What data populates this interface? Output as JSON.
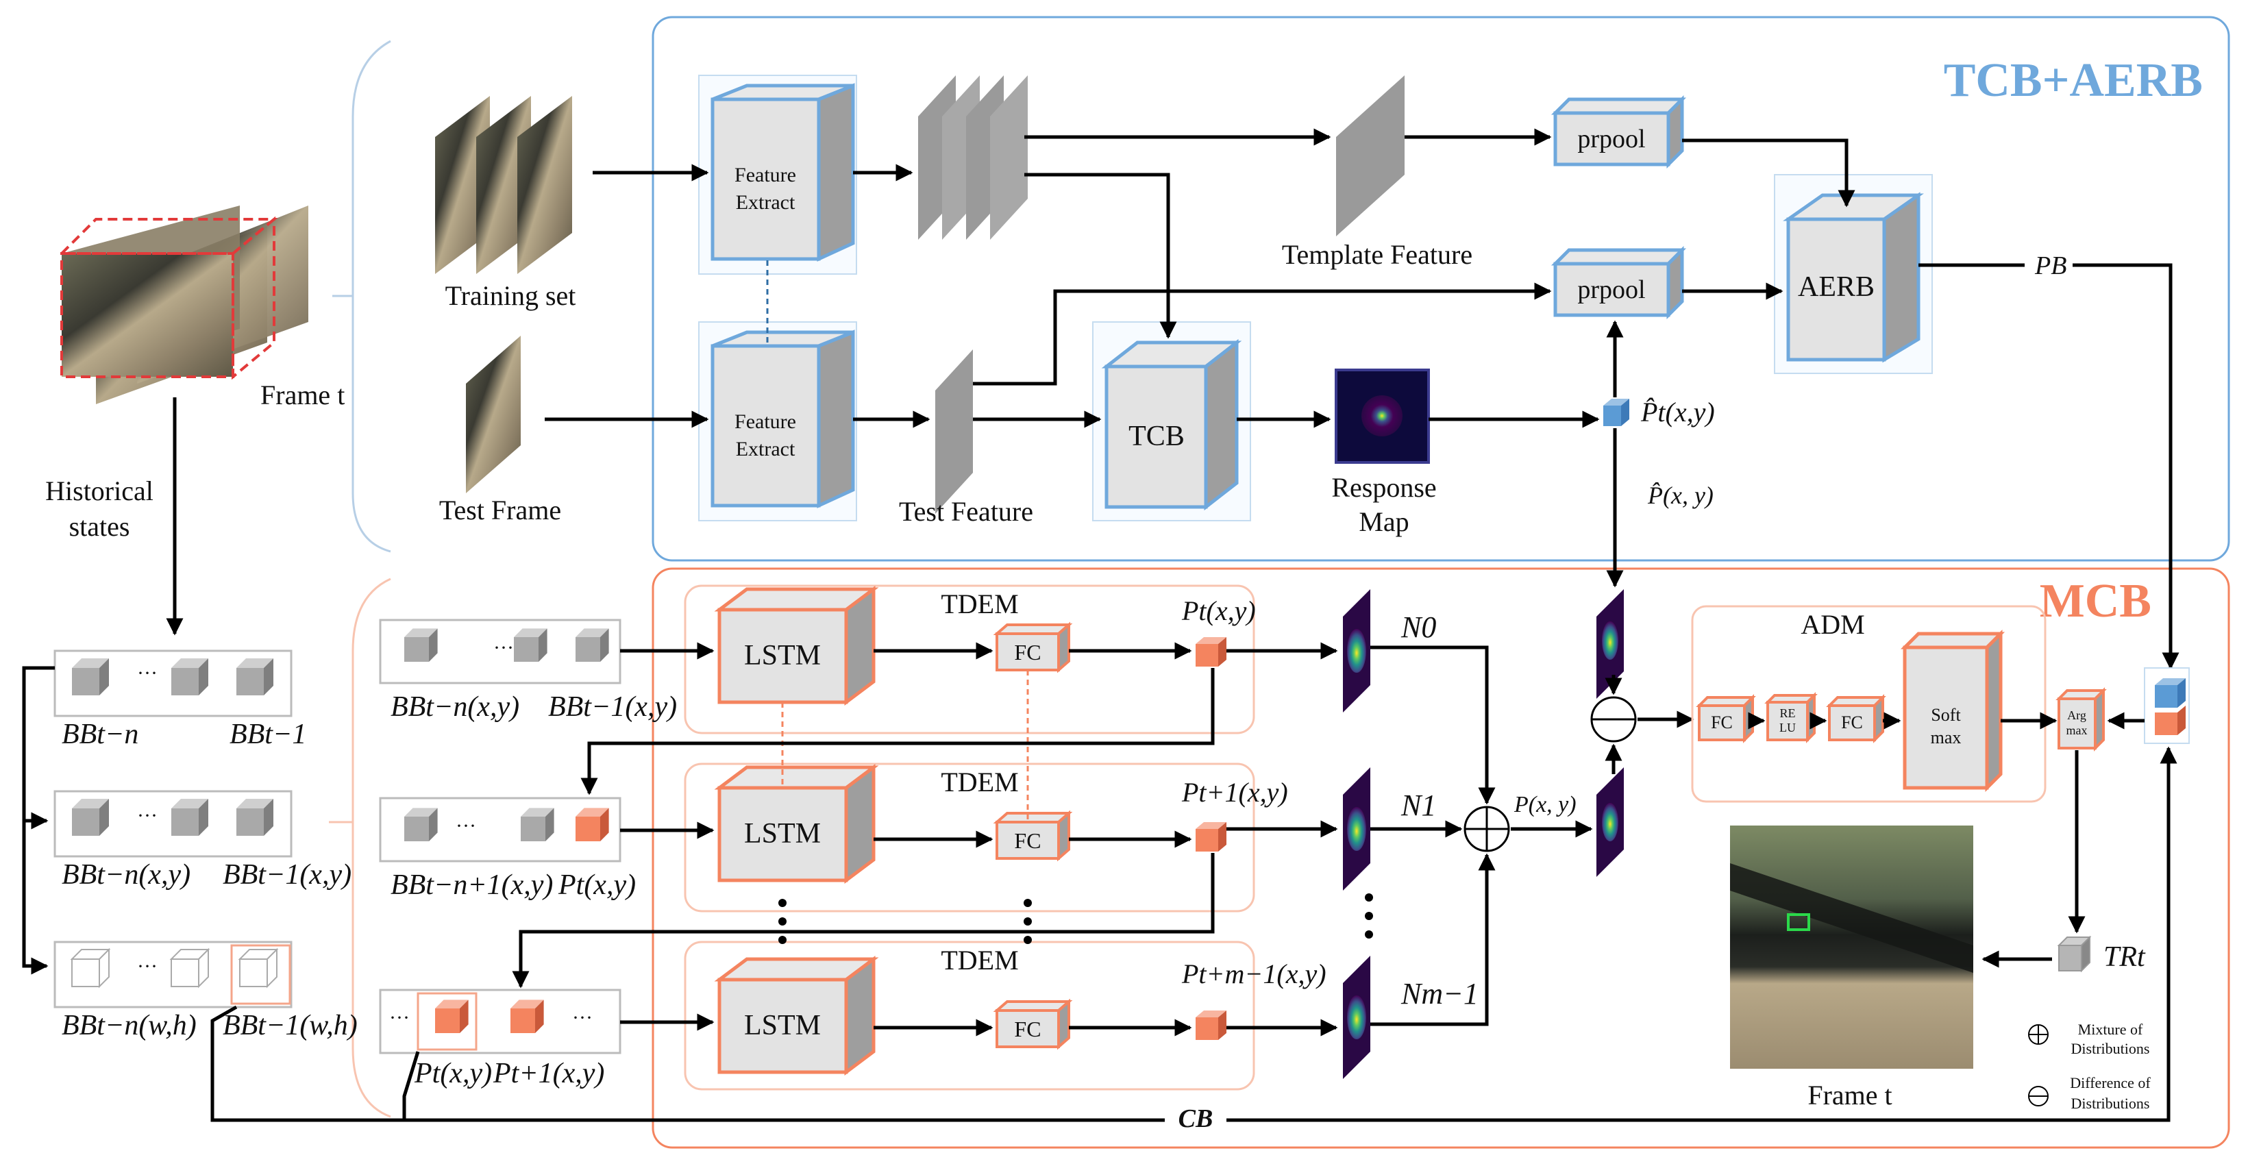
{
  "titles": {
    "tcb_aerb": "TCB+AERB",
    "mcb": "MCB"
  },
  "inputs": {
    "training_set": "Training set",
    "test_frame": "Test Frame",
    "frame_t_top": "Frame t",
    "historical_states": [
      "Historical",
      "states"
    ]
  },
  "tcb_branch": {
    "feature_extract": [
      "Feature",
      "Extract"
    ],
    "template_feature": "Template Feature",
    "test_feature": "Test Feature",
    "prpool": "prpool",
    "tcb": "TCB",
    "aerb": "AERB",
    "response_map": [
      "Response",
      "Map"
    ],
    "pb": "PB",
    "p_hat_t": "P̂t(x,y)",
    "p_hat": "P̂(x, y)"
  },
  "history": {
    "bb_t_minus_n": "BBt−n",
    "bb_t_minus_1": "BBt−1",
    "bbxy_t_minus_n": "BBt−n(x,y)",
    "bbxy_t_minus_1": "BBt−1(x,y)",
    "bbwh_t_minus_n": "BBt−n(w,h)",
    "bbwh_t_minus_1": "BBt−1(w,h)",
    "ellipsis": "···"
  },
  "mcb_branch": {
    "tdem": "TDEM",
    "lstm": "LSTM",
    "fc": "FC",
    "p_t": "Pt(x,y)",
    "p_t1": "Pt+1(x,y)",
    "p_tm1": "Pt+m−1(x,y)",
    "n0": "N0",
    "n1": "N1",
    "nm1": "Nm−1",
    "p_xy": "P(x, y)",
    "row1_left": "BBt−n(x,y)",
    "row1_right": "BBt−1(x,y)",
    "row2_left": "BBt−n+1(x,y)",
    "row2_right": "Pt(x,y)",
    "row3_left": "Pt(x,y)",
    "row3_right": "Pt+1(x,y)",
    "cb": "CB"
  },
  "adm": {
    "title": "ADM",
    "fc": "FC",
    "relu": [
      "RE",
      "LU"
    ],
    "softmax": [
      "Soft",
      "max"
    ],
    "argmax": [
      "Arg",
      "max"
    ],
    "tr": "TRt",
    "frame_t_bottom": "Frame t"
  },
  "legend": {
    "mixture": [
      "Mixture of",
      "Distributions"
    ],
    "difference": [
      "Difference of",
      "Distributions"
    ]
  },
  "colors": {
    "blue_accent": "#6fa8dc",
    "orange_accent": "#f4845f",
    "box_fill": "#e3e3e3"
  }
}
